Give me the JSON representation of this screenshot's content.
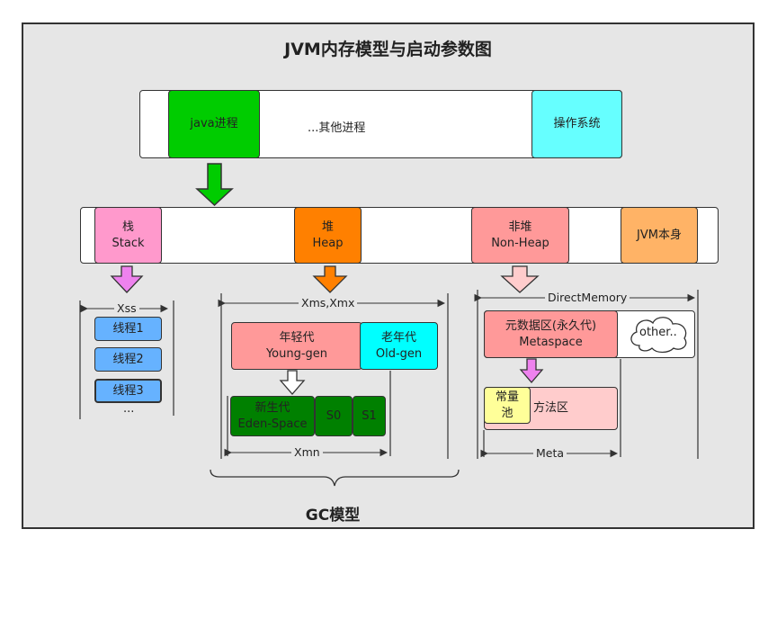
{
  "title": "JVM内存模型与启动参数图",
  "footer": "GC模型",
  "process_bar": {
    "java": "java进程",
    "others": "...其他进程",
    "os": "操作系统"
  },
  "memory_bar": {
    "stack": "栈\nStack",
    "heap": "堆\nHeap",
    "nonheap": "非堆\nNon-Heap",
    "jvm": "JVM本身"
  },
  "stack_section": {
    "dim": "Xss",
    "threads": [
      "线程1",
      "线程2",
      "线程3"
    ],
    "more": "..."
  },
  "heap_section": {
    "dim": "Xms,Xmx",
    "young": "年轻代\nYoung-gen",
    "old": "老年代\nOld-gen",
    "eden": "新生代\nEden-Space",
    "s0": "S0",
    "s1": "S1",
    "young_dim": "Xmn"
  },
  "nonheap_section": {
    "dim": "DirectMemory",
    "meta": "元数据区(永久代)\nMetaspace",
    "other": "other..",
    "constant_pool": "常量\n池",
    "method_area": "方法区",
    "meta_dim": "Meta"
  },
  "colors": {
    "green": "#00cc00",
    "cyan": "#66ffff",
    "pink": "#ff99cc",
    "orange": "#ff8000",
    "salmon": "#ff9999",
    "light_orange": "#ffb366",
    "blue": "#66b2ff",
    "dark_green": "#008000",
    "light_pink": "#ffcccc",
    "yellow": "#ffff99",
    "violet": "#ee82ee"
  }
}
